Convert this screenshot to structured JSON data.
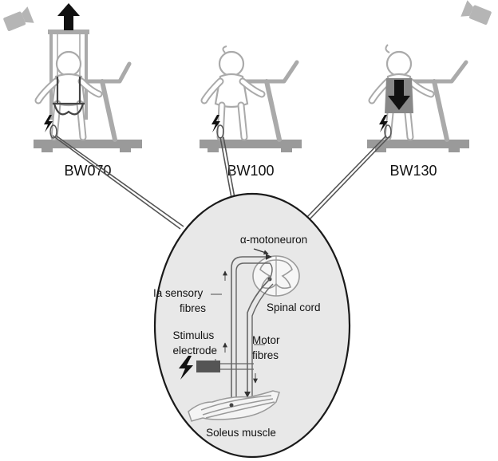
{
  "conditions": [
    {
      "label": "BW070",
      "load_arrow": "up"
    },
    {
      "label": "BW100",
      "load_arrow": "none"
    },
    {
      "label": "BW130",
      "load_arrow": "down"
    }
  ],
  "reflex_pathway": {
    "neuron_label": "α-motoneuron",
    "sensory_label": [
      "Ia sensory",
      "fibres"
    ],
    "spinal_label": "Spinal cord",
    "stimulus_label": [
      "Stimulus",
      "electrode"
    ],
    "motor_label": [
      "Motor",
      "fibres"
    ],
    "muscle_label": "Soleus muscle"
  },
  "icons": [
    "camera-icon",
    "lightning-bolt-icon",
    "up-arrow-icon",
    "down-arrow-icon",
    "treadmill-icon",
    "infant-icon",
    "harness-icon",
    "weight-vest-icon"
  ],
  "colors": {
    "figure_gray": "#aaaaaa",
    "ellipse_fill": "#e8e8e8",
    "dark": "#1a1a1a",
    "electrode": "#555555"
  }
}
